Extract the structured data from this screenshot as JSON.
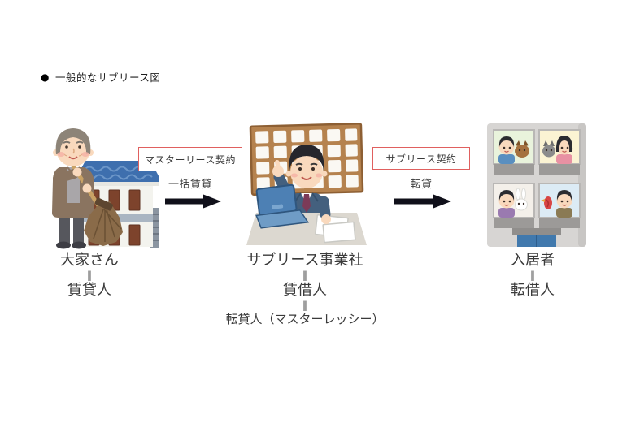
{
  "title": {
    "bullet": "●",
    "text": "一般的なサブリース図"
  },
  "links": [
    {
      "contract_label": "マスターリース契約",
      "flow_label": "一括賃貸"
    },
    {
      "contract_label": "サブリース契約",
      "flow_label": "転貸"
    }
  ],
  "entities": [
    {
      "name": "owner",
      "illustration": "landlord-with-broom-and-apartment",
      "lines": [
        "大家さん",
        "‖",
        "賃貸人"
      ]
    },
    {
      "name": "sublease-company",
      "illustration": "businessman-at-desk",
      "lines": [
        "サブリース事業社",
        "‖",
        "賃借人",
        "‖",
        "転貸人（マスターレッシー）"
      ]
    },
    {
      "name": "residents",
      "illustration": "apartment-residents-with-pets",
      "lines": [
        "入居者",
        "‖",
        "転借人"
      ]
    }
  ],
  "colors": {
    "contract_box_border": "#e0605f",
    "arrow": "#10101a",
    "text": "#3a3a3a",
    "background": "#ffffff"
  }
}
